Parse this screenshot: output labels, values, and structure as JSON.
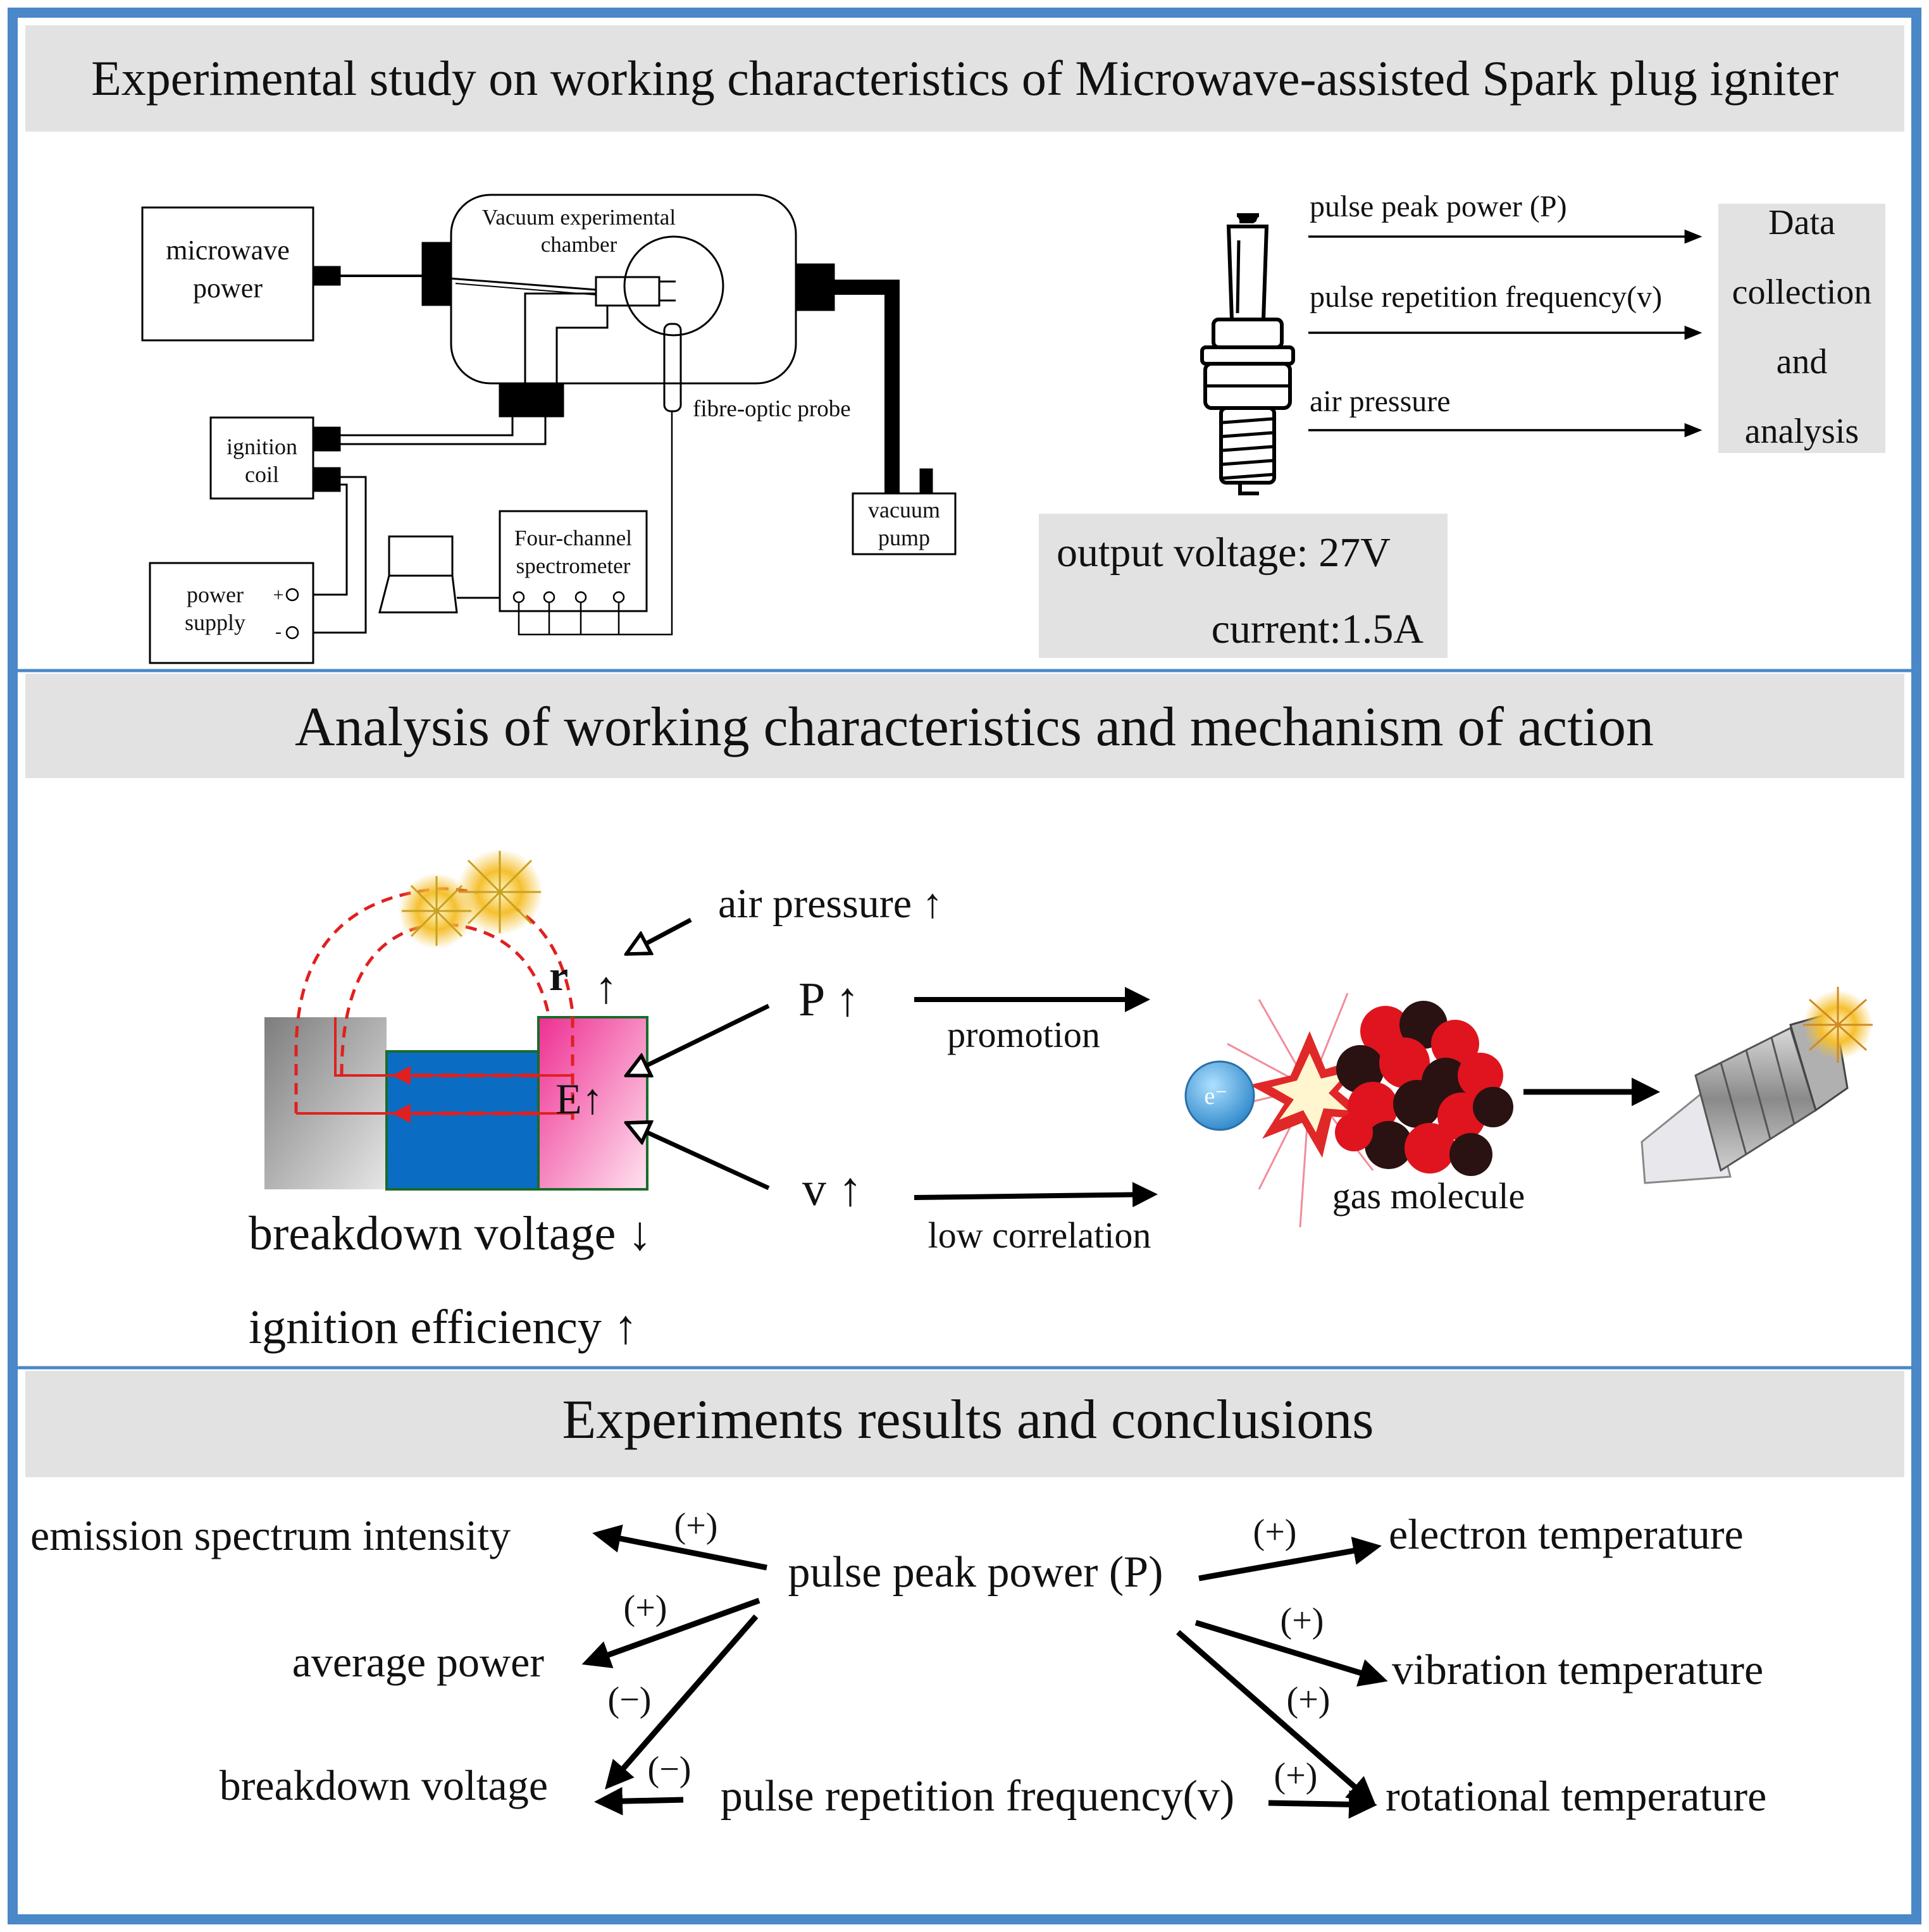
{
  "colors": {
    "frame": "#4a88c8",
    "header_band": "#e2e2e3",
    "info_box": "#e2e2e3",
    "electrode_gray": "#8c8c8c",
    "dielectric_blue": "#0a6dc3",
    "electrode_pink": "#ee3a98",
    "field_red": "#e02020",
    "molecule_red": "#e0141e",
    "molecule_dark": "#2a1212",
    "electron_blue": "#3a9ad8"
  },
  "section1": {
    "title": "Experimental study on working characteristics of Microwave-assisted Spark plug igniter",
    "setup": {
      "microwave_power": [
        "microwave",
        "power"
      ],
      "chamber": [
        "Vacuum experimental",
        "chamber"
      ],
      "fibre_probe": "fibre-optic probe",
      "ignition_coil": [
        "ignition",
        "coil"
      ],
      "vacuum_pump": [
        "vacuum",
        "pump"
      ],
      "spectrometer": [
        "Four-channel",
        "spectrometer"
      ],
      "power_supply": [
        "power",
        "supply"
      ],
      "plus_sign": "+",
      "minus_sign": "-"
    },
    "inputs": {
      "pulse_peak_power": "pulse peak power (P)",
      "pulse_rep_freq": "pulse repetition frequency(v)",
      "air_pressure": "air pressure"
    },
    "data_box": [
      "Data",
      "collection",
      "and",
      "analysis"
    ],
    "output_box": {
      "voltage": "output voltage: 27V",
      "current": "current:1.5A"
    }
  },
  "section2": {
    "title": "Analysis of working characteristics and mechanism of action",
    "air_pressure": "air pressure ↑",
    "r_label": "r",
    "r_arrow": "↑",
    "E_label": "E↑",
    "P_label": "P ↑",
    "v_label": "v ↑",
    "promotion": "promotion",
    "low_correlation": "low correlation",
    "gas_molecule": "gas molecule",
    "electron": "e⁻",
    "breakdown_voltage": "breakdown voltage ↓",
    "ignition_efficiency": "ignition efficiency  ↑"
  },
  "section3": {
    "title": "Experiments results and conclusions",
    "center_P": "pulse peak power (P)",
    "center_v": "pulse repetition frequency(v)",
    "emission": "emission spectrum intensity",
    "average_power": "average power",
    "breakdown_voltage": "breakdown voltage",
    "electron_temp": "electron temperature",
    "vibration_temp": "vibration temperature",
    "rotational_temp": "rotational temperature",
    "signs": {
      "p_emission": "(+)",
      "p_average": "(+)",
      "p_breakdown": "(−)",
      "v_breakdown": "(−)",
      "p_electron": "(+)",
      "p_vibration": "(+)",
      "p_rotational": "(+)",
      "v_rotational": "(+)"
    }
  }
}
